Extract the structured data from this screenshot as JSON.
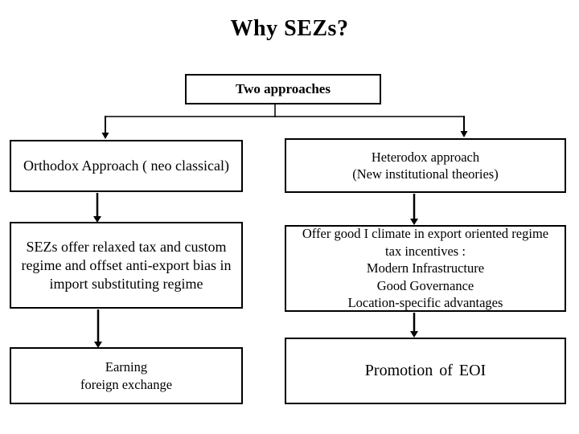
{
  "title": "Why SEZs?",
  "colors": {
    "background": "#ffffff",
    "border": "#000000",
    "text": "#000000"
  },
  "nodes": {
    "root": "Two approaches",
    "orthodox": "Orthodox Approach ( neo classical)",
    "orthodox_detail": "SEZs offer relaxed tax and custom\nregime and offset anti-export bias in\nimport substituting regime",
    "orthodox_outcome": "Earning\nforeign exchange",
    "heterodox": "Heterodox approach\n(New institutional theories)",
    "heterodox_detail": "Offer good I climate in export oriented regime\ntax incentives :\nModern Infrastructure\nGood Governance\nLocation-specific advantages",
    "heterodox_outcome": "Promotion of EOI"
  }
}
